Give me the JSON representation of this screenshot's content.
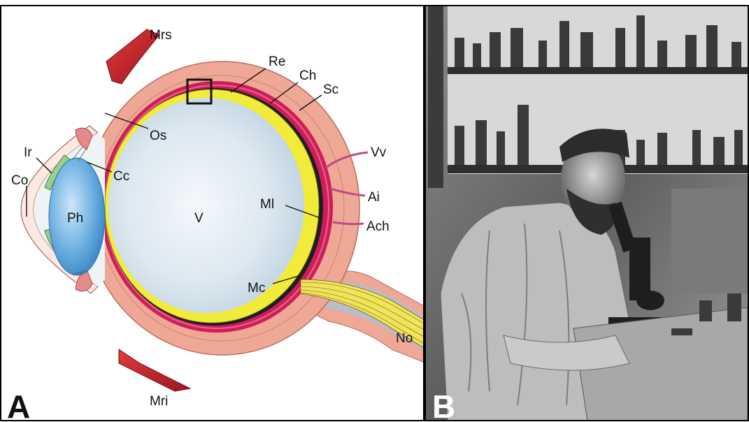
{
  "panels": {
    "a": {
      "letter": "A",
      "labels": {
        "mrs": "Mrs",
        "re": "Re",
        "ch": "Ch",
        "sc": "Sc",
        "os": "Os",
        "ir": "Ir",
        "co": "Co",
        "cc": "Cc",
        "ph": "Ph",
        "v": "V",
        "vv": "Vv",
        "ai": "Ai",
        "ml": "Ml",
        "ach": "Ach",
        "mc": "Mc",
        "no": "No",
        "mri": "Mri"
      }
    },
    "b": {
      "letter": "B"
    }
  },
  "colors": {
    "sclera": "#efa895",
    "choroid": "#cc1f5a",
    "retina": "#f1eb3a",
    "vitreous_center": "#f2f7fb",
    "vitreous_edge": "#c4d8e6",
    "lens": "#6aaee0",
    "muscle": "#c8242e",
    "border": "#000000"
  }
}
